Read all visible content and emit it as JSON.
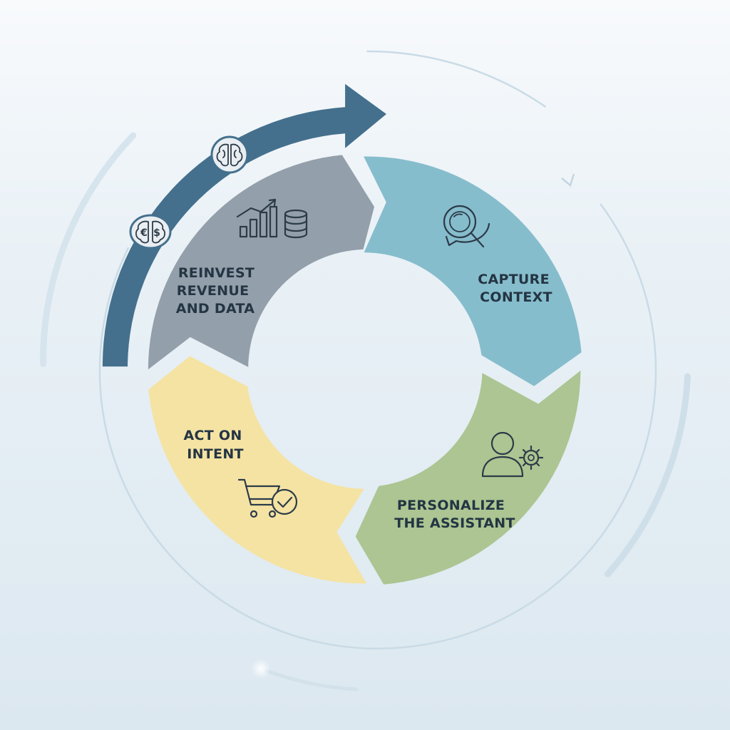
{
  "diagram": {
    "segments": [
      {
        "id": "reinvest",
        "lines": [
          "REINVEST",
          "REVENUE",
          "AND DATA"
        ],
        "color": "#939faa",
        "icon": "chart-and-database-icon"
      },
      {
        "id": "capture",
        "lines": [
          "CAPTURE",
          "CONTEXT"
        ],
        "color": "#86bdcc",
        "icon": "magnifier-chat-icon"
      },
      {
        "id": "personalize",
        "lines": [
          "PERSONALIZE",
          "THE ASSISTANT"
        ],
        "color": "#acc592",
        "icon": "user-gear-icon"
      },
      {
        "id": "act",
        "lines": [
          "ACT ON",
          "INTENT"
        ],
        "color": "#f5e3a4",
        "icon": "cart-check-icon"
      }
    ],
    "outer_arrow": {
      "color": "#44708d",
      "icons": [
        "money-brain-icon",
        "brain-icon"
      ]
    },
    "ring_color": "#c5d7e3"
  }
}
